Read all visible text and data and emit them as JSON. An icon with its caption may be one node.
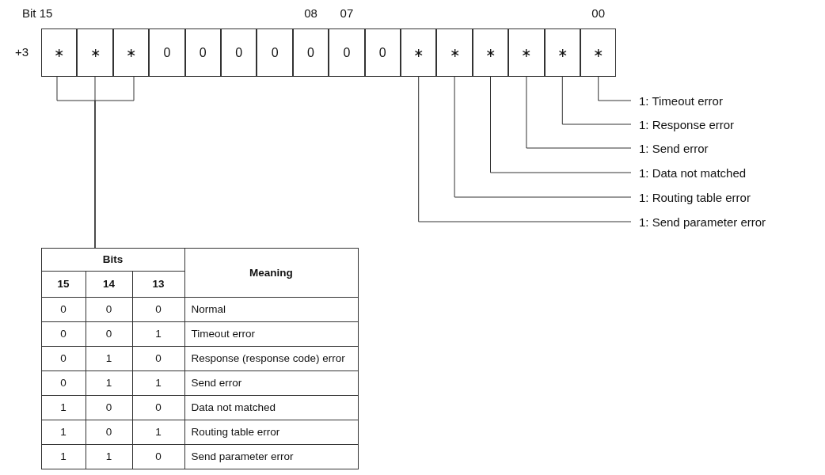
{
  "diagram": {
    "nodes": [
      {
        "text": [
          "∗"
        ]
      },
      {
        "text": [
          "∗"
        ]
      },
      {
        "text": [
          "∗"
        ]
      },
      {
        "text": [
          "0"
        ]
      },
      {
        "text": [
          "0"
        ]
      },
      {
        "text": [
          "0"
        ]
      },
      {
        "text": [
          "0"
        ]
      },
      {
        "text": [
          "0"
        ]
      },
      {
        "text": [
          "0"
        ]
      },
      {
        "text": [
          "0"
        ]
      },
      {
        "text": [
          "∗"
        ]
      },
      {
        "text": [
          "∗"
        ]
      },
      {
        "text": [
          "∗"
        ]
      },
      {
        "text": [
          "∗"
        ]
      },
      {
        "text": [
          "∗"
        ]
      },
      {
        "text": [
          "∗"
        ]
      },
      {
        "text": [
          "1: Timeout error"
        ]
      },
      {
        "text": [
          "1: Response error"
        ]
      },
      {
        "text": [
          "1: Send error"
        ]
      },
      {
        "text": [
          "1: Data not matched"
        ]
      },
      {
        "text": [
          "1: Routing table error"
        ]
      },
      {
        "text": [
          "1: Send parameter error"
        ]
      },
      {
        "text": [
          "Bits",
          "Meaning",
          "15",
          "14",
          "13",
          "0",
          "0",
          "0",
          "Normal",
          "0",
          "0",
          "1",
          "Timeout error",
          "0",
          "1",
          "0",
          "Response (response code) error",
          "0",
          "1",
          "1",
          "Send error",
          "1",
          "0",
          "0",
          "Data not matched",
          "1",
          "0",
          "1",
          "Routing table error",
          "1",
          "1",
          "0",
          "Send parameter error"
        ]
      }
    ],
    "edges": [
      {
        "from": 15,
        "to": 16,
        "arrow": "none"
      },
      {
        "from": 14,
        "to": 17,
        "arrow": "none"
      },
      {
        "from": 13,
        "to": 18,
        "arrow": "none"
      },
      {
        "from": 12,
        "to": 19,
        "arrow": "none"
      },
      {
        "from": 11,
        "to": 20,
        "arrow": "none"
      },
      {
        "from": 10,
        "to": 21,
        "arrow": "none"
      },
      {
        "from": 0,
        "to": 22,
        "arrow": "none"
      },
      {
        "from": 1,
        "to": 22,
        "arrow": "none"
      },
      {
        "from": 2,
        "to": 22,
        "arrow": "none"
      }
    ],
    "labels": [
      "Bit 15",
      "08",
      "07",
      "00",
      "+3"
    ]
  }
}
